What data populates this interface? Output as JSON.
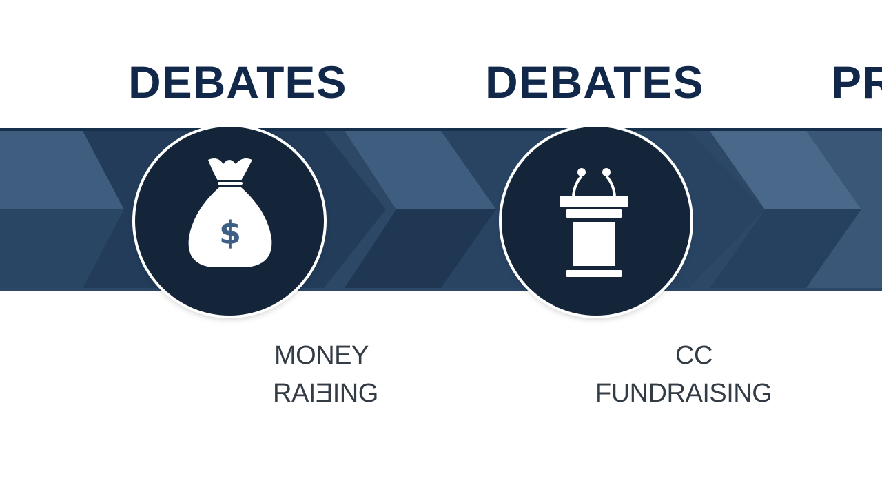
{
  "headings": {
    "first": "DEBATES",
    "second": "DEBATES",
    "third": "PR"
  },
  "captions": {
    "first_line1": "MONEY",
    "first_line2": "RAIƎING",
    "second_line1": "CC",
    "second_line2": "FUNDRAISING"
  },
  "icons": {
    "first": "money-bag-icon",
    "second": "podium-icon"
  },
  "colors": {
    "heading": "#12284a",
    "band_light": "#3f5d7e",
    "band_dark": "#203956",
    "circle": "#14253a",
    "caption": "#333b45"
  }
}
